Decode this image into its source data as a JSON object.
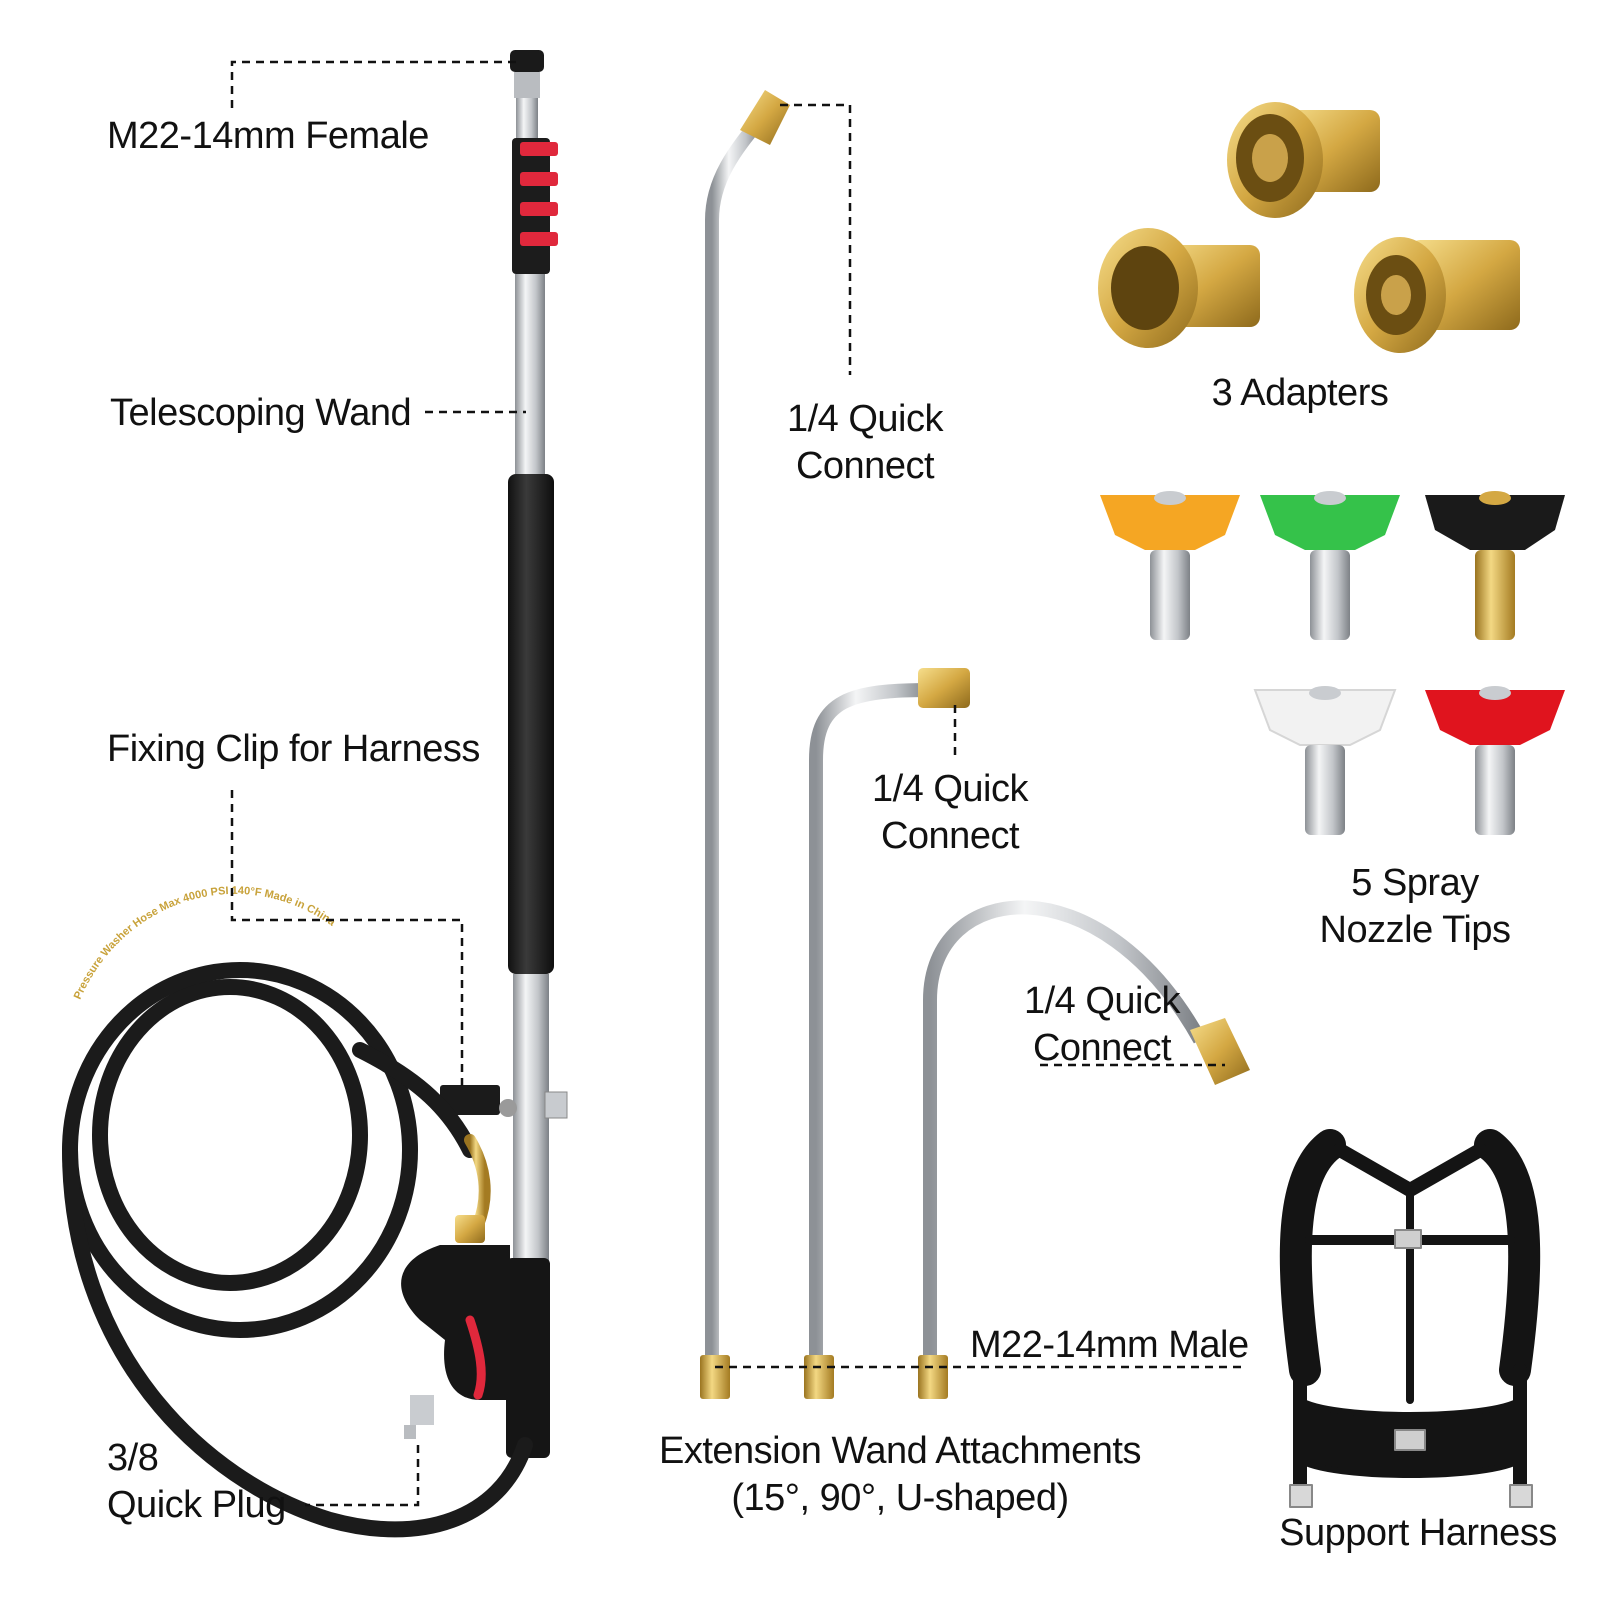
{
  "callouts": {
    "female_fitting": "M22-14mm Female",
    "telescoping_wand": "Telescoping Wand",
    "fixing_clip": "Fixing Clip for Harness",
    "quick_plug_line1": "3/8",
    "quick_plug_line2": "Quick Plug",
    "quick_connect_1_line1": "1/4 Quick",
    "quick_connect_1_line2": "Connect",
    "quick_connect_2_line1": "1/4 Quick",
    "quick_connect_2_line2": "Connect",
    "quick_connect_3_line1": "1/4 Quick",
    "quick_connect_3_line2": "Connect",
    "male_fitting": "M22-14mm Male",
    "attachments_line1": "Extension Wand Attachments",
    "attachments_line2": "(15°, 90°, U-shaped)",
    "adapters": "3 Adapters",
    "nozzles_line1": "5 Spray",
    "nozzles_line2": "Nozzle Tips",
    "harness": "Support Harness"
  },
  "hose_print": "Pressure Washer Hose Max 4000 PSI 140°F Made in China",
  "nozzle_colors": [
    "#f5a623",
    "#35c24a",
    "#1a1a1a",
    "#f2f2f2",
    "#e0141e"
  ],
  "colors": {
    "brass": "#d4a843",
    "steel": "#c9ccd0",
    "black": "#1c1c1c",
    "red": "#e0283c"
  }
}
